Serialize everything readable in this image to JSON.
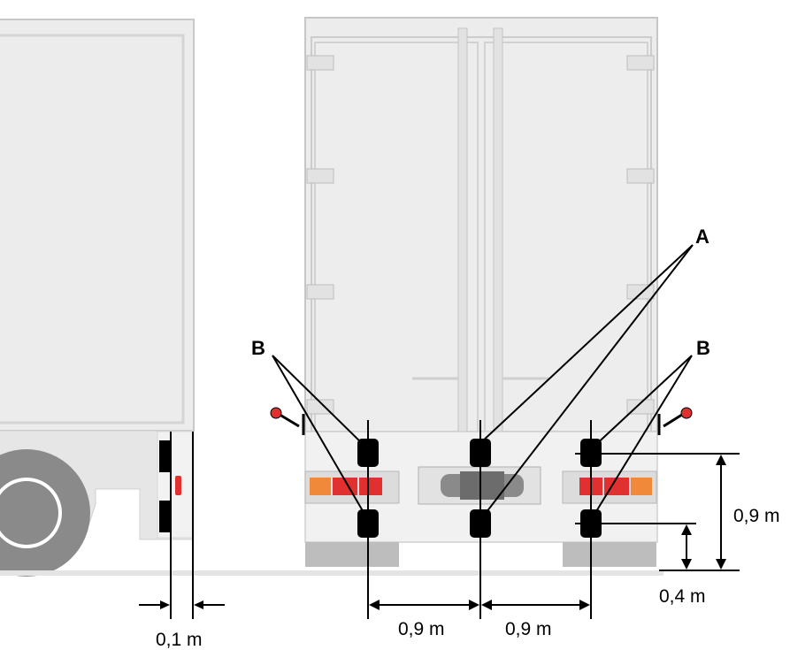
{
  "labels": {
    "reflector_group_a": "A",
    "reflector_group_b_left": "B",
    "reflector_group_b_right": "B"
  },
  "dimensions": {
    "side_offset": "0,1 m",
    "spacing_left": "0,9 m",
    "spacing_right": "0,9 m",
    "upper_height": "0,9 m",
    "lower_height": "0,4 m"
  },
  "colors": {
    "body_fill": "#ececec",
    "body_stroke": "#c8c8c8",
    "wheel": "#8c8c8c",
    "lamp_red": "#e03030",
    "lamp_orange": "#f08a3a",
    "reflector": "#000000"
  }
}
